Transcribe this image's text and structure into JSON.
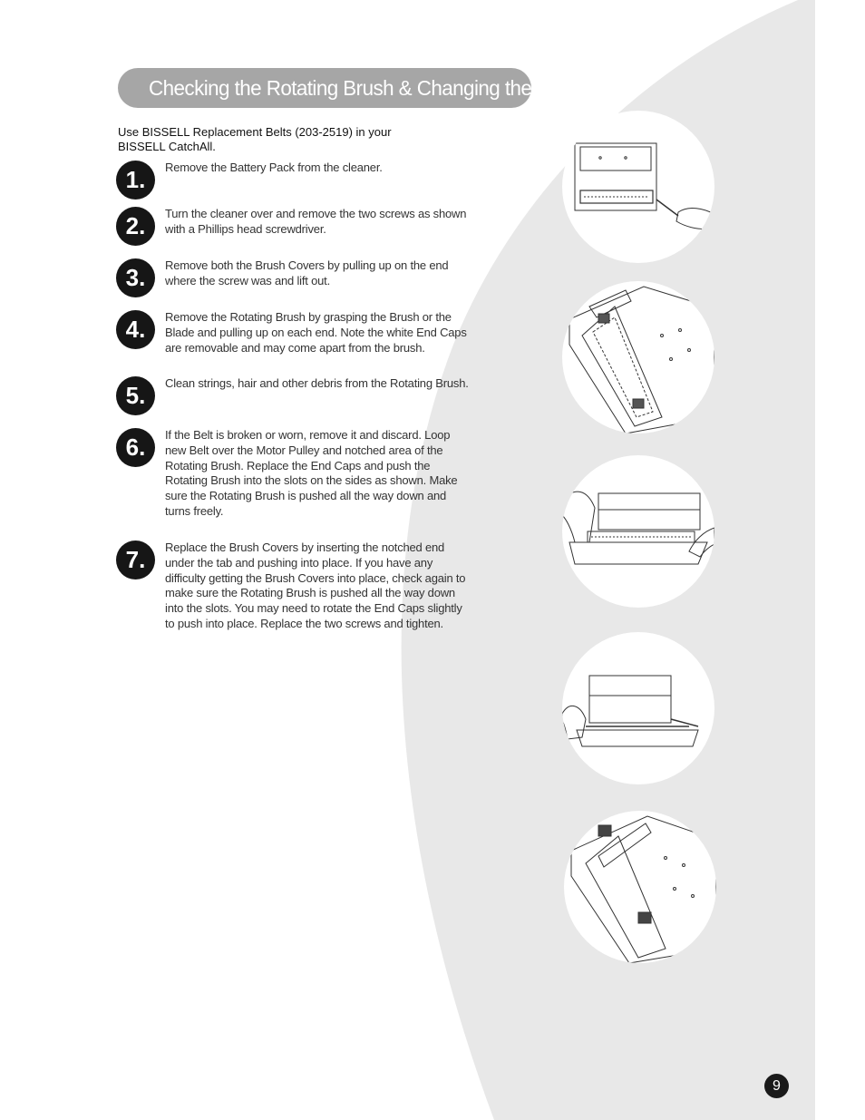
{
  "header": {
    "title": "Checking the Rotating Brush & Changing the Belt"
  },
  "intro": {
    "line1": "Use BISSELL Replacement Belts (203-2519) in your",
    "line2": "BISSELL CatchAll."
  },
  "steps": [
    {
      "number": "1.",
      "text": "Remove the Battery Pack from the cleaner."
    },
    {
      "number": "2.",
      "text": "Turn the cleaner over and remove the two screws as shown with a Phillips head screwdriver."
    },
    {
      "number": "3.",
      "text": "Remove both the Brush Covers by pulling up on the end where the screw was and lift out."
    },
    {
      "number": "4.",
      "text": "Remove the Rotating Brush by grasping the Brush or the Blade and pulling up on each end.  Note the white End Caps are removable and may come apart from the brush."
    },
    {
      "number": "5.",
      "text": "Clean strings, hair and other debris from the Rotating Brush."
    },
    {
      "number": "6.",
      "text": "If the Belt is broken or worn, remove it and discard. Loop new Belt over the Motor Pulley and notched area of the Rotating Brush.  Replace the End Caps and push the Rotating Brush into the slots on the sides as shown. Make sure the Rotating Brush is pushed all the way down and turns freely."
    },
    {
      "number": "7.",
      "text": "Replace the Brush Covers by inserting the notched end under the tab and pushing into place. If you have any difficulty getting the Brush Covers into place, check again to make sure the Rotating Brush is pushed all the way down into the slots. You may need to rotate the End Caps slightly to push into place. Replace the two screws and tighten."
    }
  ],
  "page_number": "9",
  "colors": {
    "title_bar": "#a6a6a6",
    "background_arc": "#e8e8e8",
    "step_badge": "#161616"
  }
}
